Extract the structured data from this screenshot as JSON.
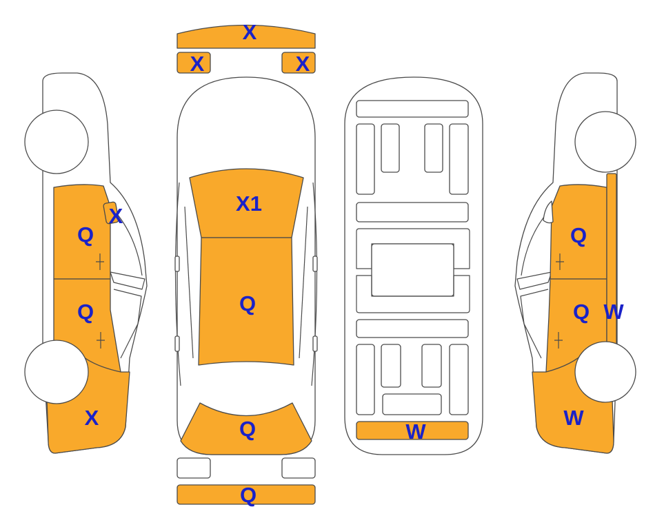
{
  "colors": {
    "damage_fill": "#f9a92b",
    "label": "#1a22c8",
    "outline": "#4a4a4a",
    "background": "#ffffff"
  },
  "labels": {
    "front_bumper": "X",
    "front_left_light": "X",
    "front_right_light": "X",
    "bonnet": "X1",
    "roof": "Q",
    "boot": "Q",
    "rear_bumper": "Q",
    "underbody_rear": "W",
    "left_front_door": "Q",
    "left_mirror": "X",
    "left_rear_door": "Q",
    "left_rear_quarter": "X",
    "right_front_door": "Q",
    "right_rear_door": "Q",
    "right_sill": "W",
    "right_rear_quarter": "W"
  }
}
